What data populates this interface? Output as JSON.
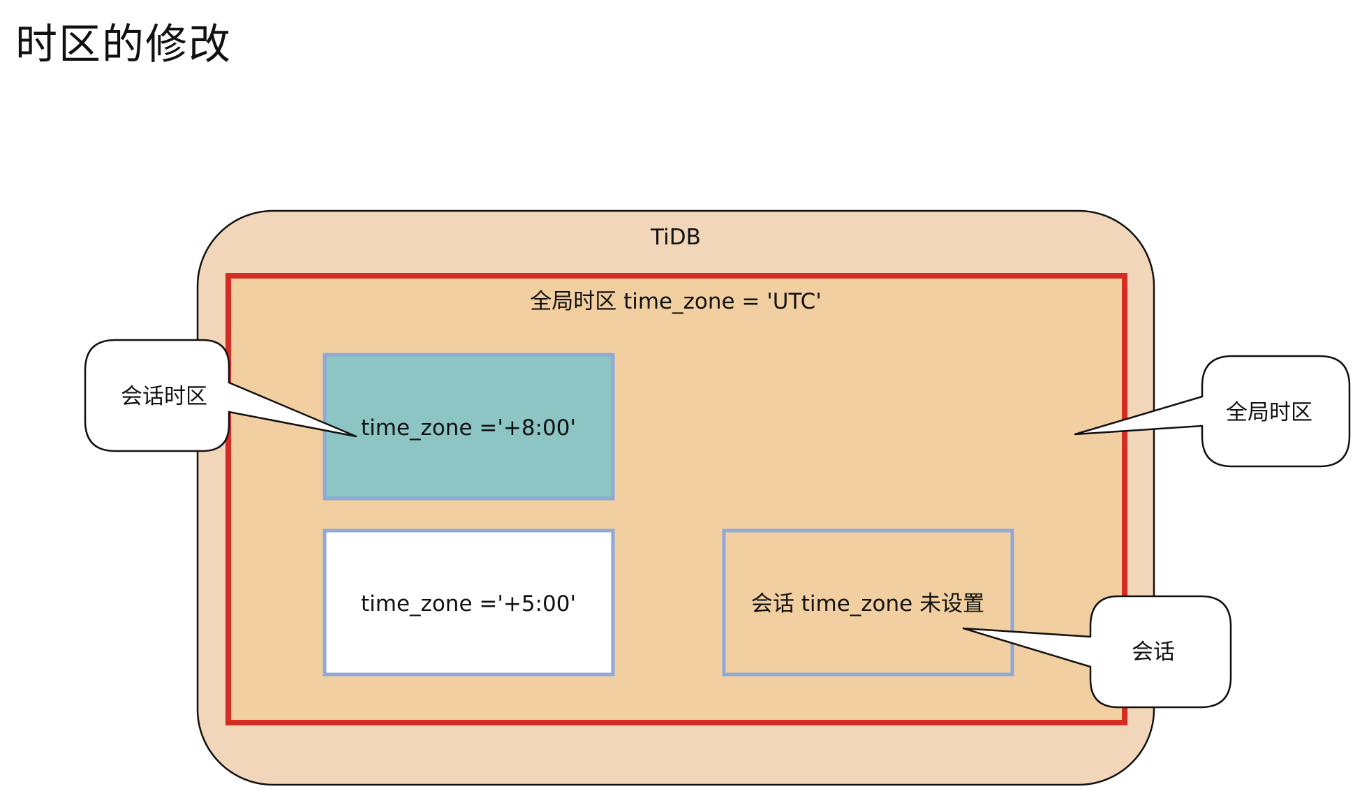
{
  "page": {
    "title": "时区的修改"
  },
  "diagram": {
    "tidb_label": "TiDB",
    "global_box_label": "全局时区 time_zone = 'UTC'",
    "session_box_1": "time_zone ='+8:00'",
    "session_box_2": "time_zone ='+5:00'",
    "session_box_3": "会话 time_zone 未设置",
    "callouts": {
      "session_tz": "会话时区",
      "global_tz": "全局时区",
      "session": "会话"
    }
  },
  "colors": {
    "tidb_fill": "#F2D6BA",
    "global_fill": "#F2CFA0",
    "global_border": "#D42B23",
    "session_border": "#8EA8DA",
    "session_box_1_fill": "#8DC5C5",
    "session_box_2_fill": "#FFFFFF"
  }
}
